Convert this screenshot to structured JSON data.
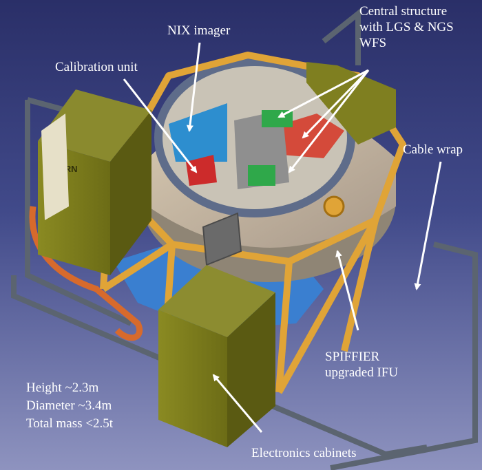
{
  "labels": {
    "nix_imager": "NIX imager",
    "calibration_unit": "Calibration unit",
    "central_structure": {
      "line1": "Central structure",
      "line2": "with LGS & NGS",
      "line3": "WFS"
    },
    "cable_wrap": "Cable wrap",
    "spiffier": {
      "line1": "SPIFFIER",
      "line2": "upgraded IFU"
    },
    "electronics_cabinets": "Electronics cabinets",
    "specs": {
      "height": "Height ~2.3m",
      "diameter": "Diameter ~3.4m",
      "mass": "Total mass <2.5t"
    }
  },
  "cabinet_text": "VORN",
  "colors": {
    "background_top": "#2a2f68",
    "background_bottom": "#8e93bf",
    "cabinet": "#7a7a1a",
    "frame": "#e0a437",
    "rail": "#5b6470",
    "inner_blue": "#3a7fd0",
    "pipe_orange": "#d76a2c",
    "annotation": "#ffffff"
  }
}
